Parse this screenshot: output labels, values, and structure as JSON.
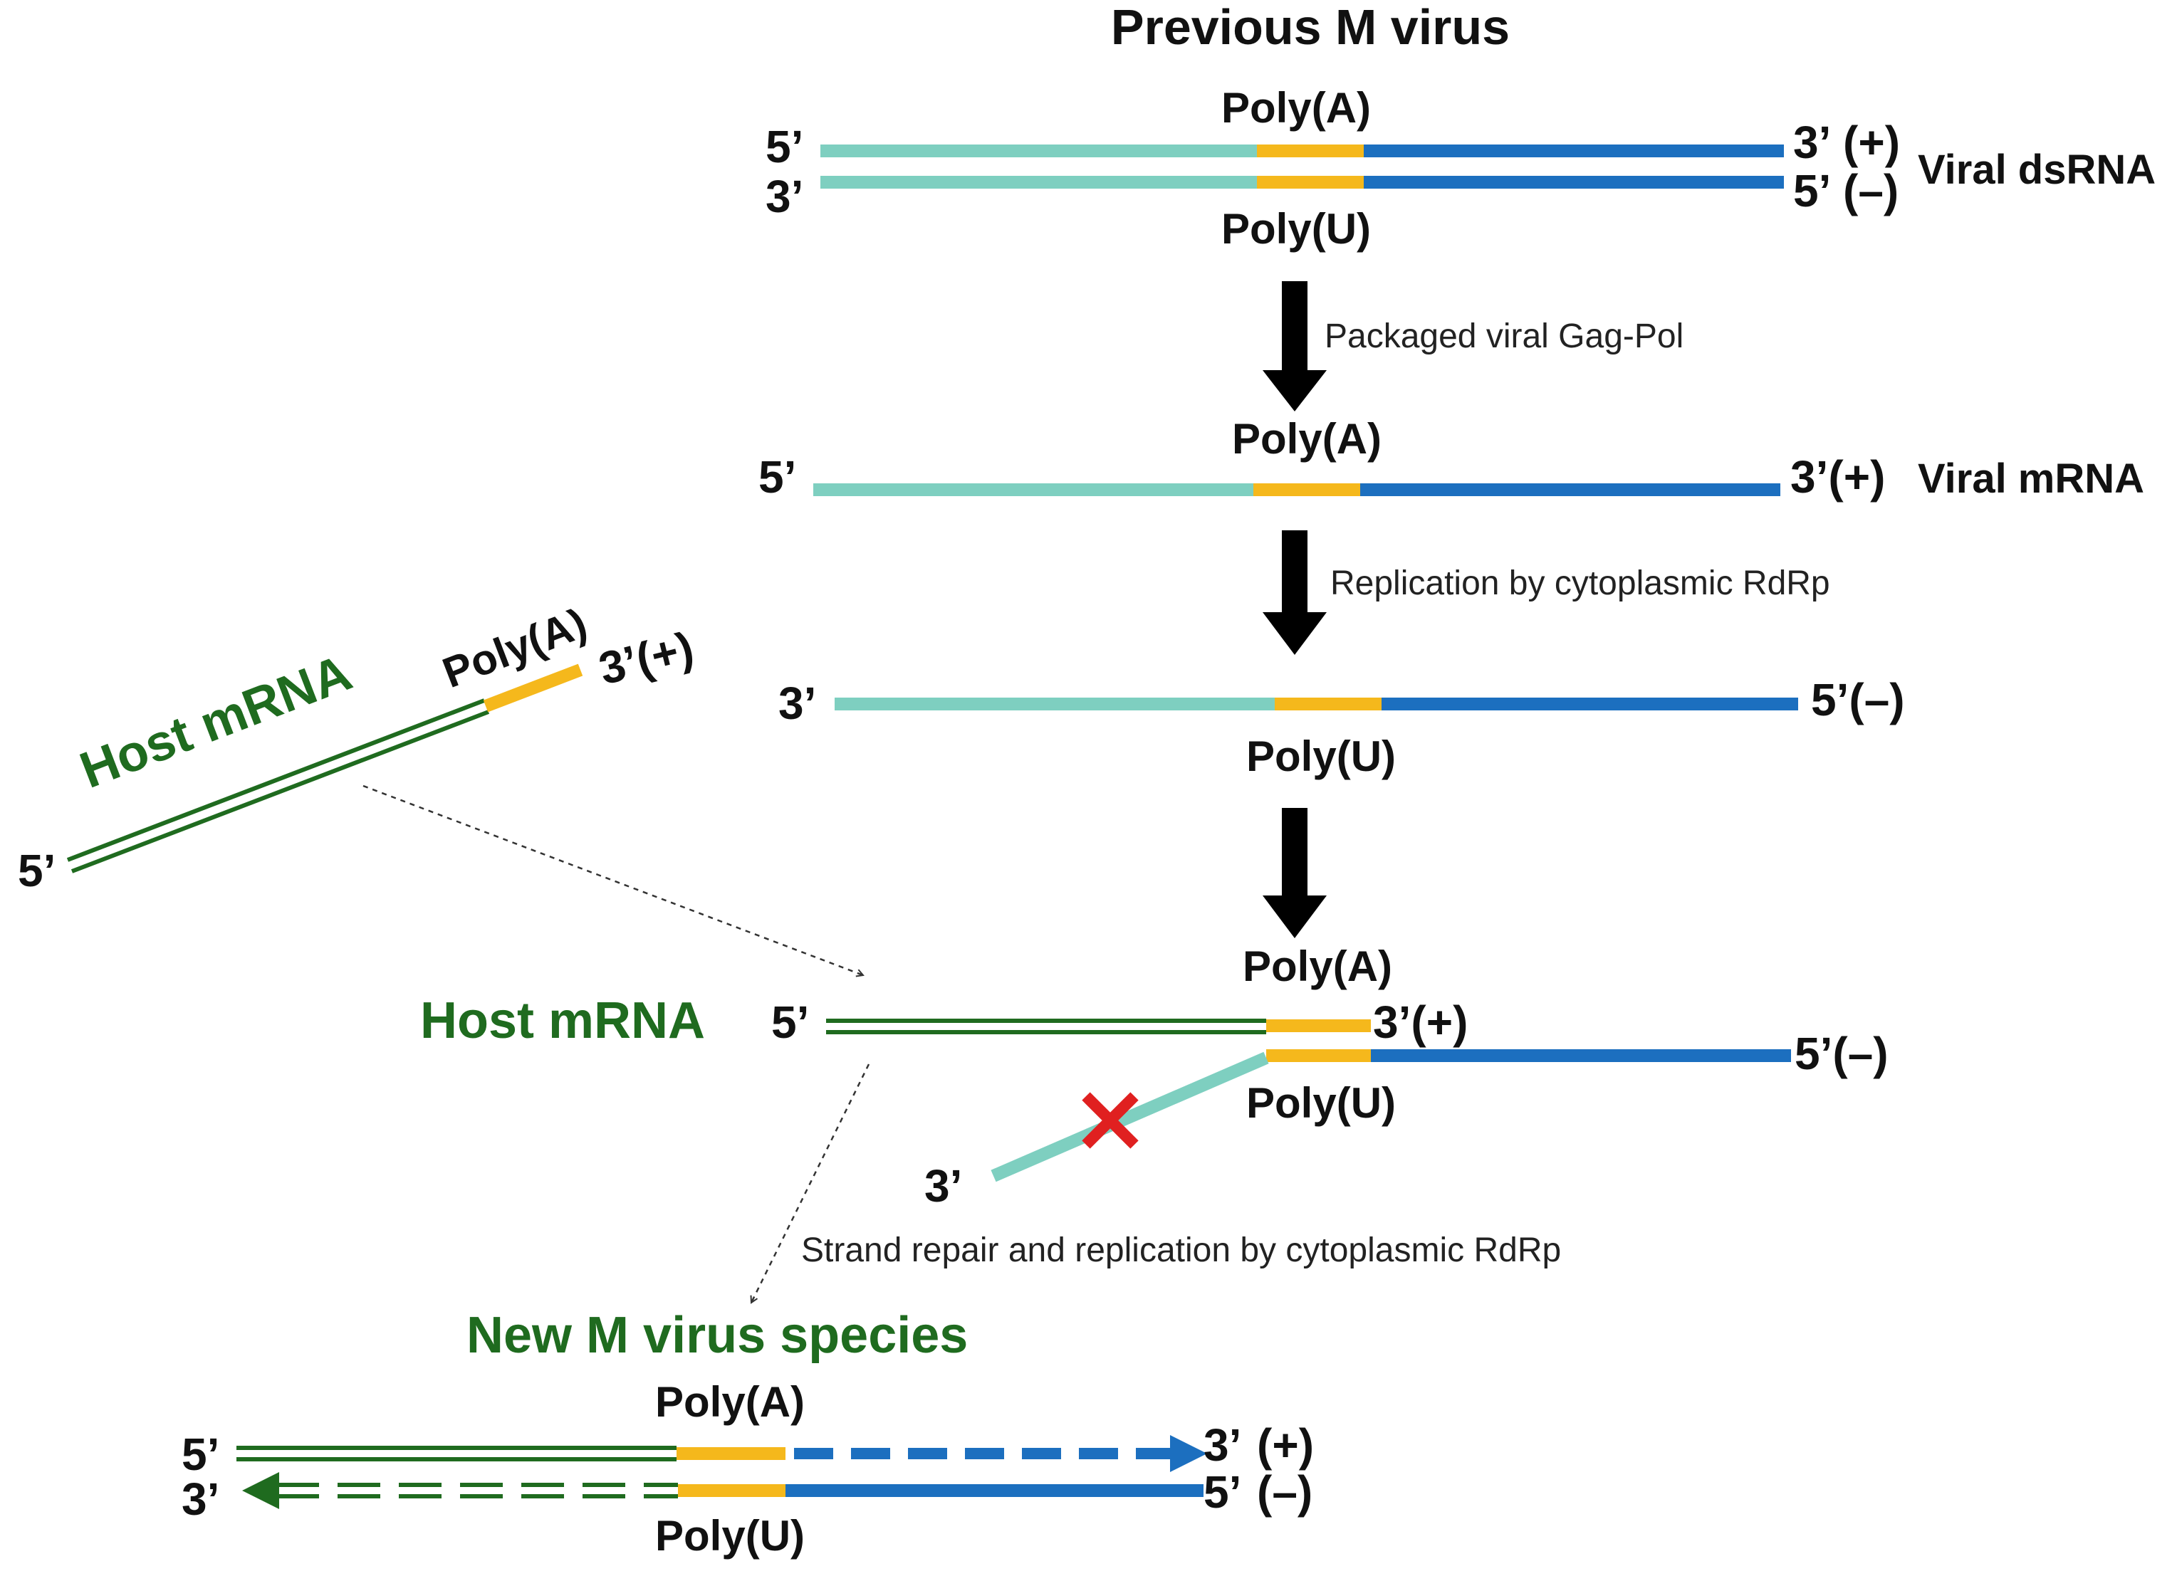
{
  "title": "Previous M virus",
  "labels": {
    "five_prime": "5’",
    "three_prime": "3’",
    "three_prime_plus": "3’(+)",
    "five_prime_minus": "5’(–)",
    "plus_paren": "(+)",
    "minus_paren": "(–)",
    "poly_a": "Poly(A)",
    "poly_u": "Poly(U)",
    "viral_dsrna": "Viral dsRNA",
    "viral_mrna": "Viral mRNA",
    "host_mrna": "Host mRNA",
    "new_species": "New M virus species"
  },
  "steps": {
    "step1": "Packaged viral Gag-Pol",
    "step2": "Replication by cytoplasmic RdRp",
    "step4": "Strand repair and replication by cytoplasmic RdRp"
  },
  "colors": {
    "viral_5prime_segment": "#7ecfc0",
    "poly_segment": "#f5b81c",
    "viral_3prime_segment": "#1c6fbf",
    "host_strand": "#1f6b1f",
    "arrow": "#000000",
    "block_x": "#e02020"
  }
}
